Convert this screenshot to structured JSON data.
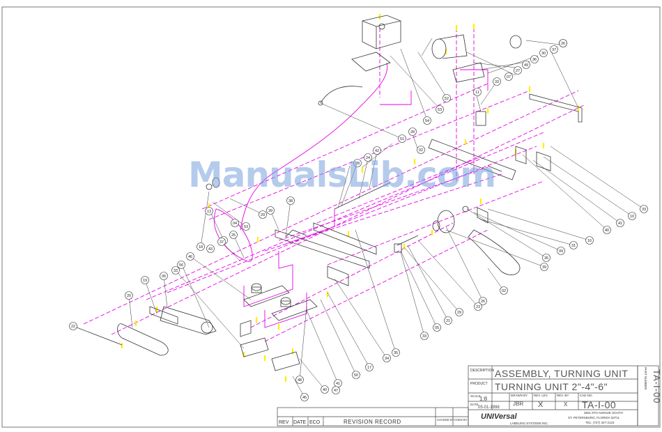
{
  "watermark": "ManualsLib.com",
  "title_block": {
    "description_label": "DESCRIPTION",
    "description": "ASSEMBLY, TURNING UNIT",
    "product_label": "PRODUCT",
    "product": "TURNING UNIT 2\"-4\"-6\"",
    "scale_label": "SCALE",
    "scale": "1:8",
    "date_label": "DATE",
    "date": "05-01-1998",
    "drawn_by_label": "DRAWN BY",
    "drawn_by": "JBR",
    "rev_lev_label": "REV. LEV.",
    "rev_lev": "X",
    "rev_by_label": "REV. BY",
    "rev_by": "X",
    "cad_no_label": "CAD NO.",
    "cad_no": "TA-I-00",
    "part_number_label": "PART NUMBER",
    "part_number": "TA-I-00",
    "company_logo": "UNIVersal",
    "company_sub": "LABELING SYSTEMS INC.",
    "address_1": "3501 8TH AVENUE SOUTH",
    "address_2": "ST. PETERSBURG, FLORIDA 33711",
    "tel": "TEL: (727) 327-2123"
  },
  "revision_block": {
    "rev": "REV",
    "date": "DATE",
    "eco": "ECO",
    "record": "REVISION RECORD",
    "change_by": "CHANGE BY",
    "chkd_by": "CHKD BY"
  },
  "colors": {
    "magenta": "#e600e6",
    "yellow": "#ffee00",
    "line": "#333333"
  },
  "balloons": [
    "13",
    "30",
    "37",
    "36",
    "49",
    "27",
    "07",
    "33",
    "11",
    "54",
    "53",
    "52",
    "51",
    "28",
    "02",
    "42",
    "24",
    "28",
    "13",
    "33",
    "10",
    "41",
    "40",
    "16",
    "31",
    "09",
    "35",
    "39",
    "02",
    "26",
    "23",
    "29",
    "21",
    "05",
    "33",
    "35",
    "34",
    "17",
    "50",
    "41",
    "40",
    "45",
    "48",
    "47",
    "33",
    "46",
    "06",
    "19",
    "20",
    "22",
    "18",
    "43",
    "04",
    "53",
    "31",
    "25",
    "29",
    "39",
    "38",
    "37",
    "56",
    "26"
  ]
}
